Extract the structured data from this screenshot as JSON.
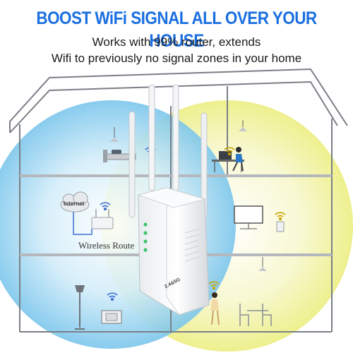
{
  "headline": "BOOST WiFi SIGNAL ALL OVER YOUR HOUSE",
  "subline1": "Works with 99% router, extends",
  "subline2": "Wifi to previously no signal zones in your home",
  "labels": {
    "router": "Wireless Route",
    "internet": "Internet",
    "band": "2.4&5G"
  },
  "colors": {
    "headline": "#1a6fe0",
    "blue_zone": "#8fd0f0",
    "yellow_zone": "#f2f3a8",
    "house_line": "#7a7f86"
  },
  "icons": [
    "wifi-icon",
    "bed-icon",
    "desk-icon",
    "tv-icon",
    "floor-lamp-icon",
    "chair-icon",
    "ceiling-lamp-icon",
    "person-icon",
    "cloud-icon",
    "router-icon",
    "repeater-icon"
  ]
}
